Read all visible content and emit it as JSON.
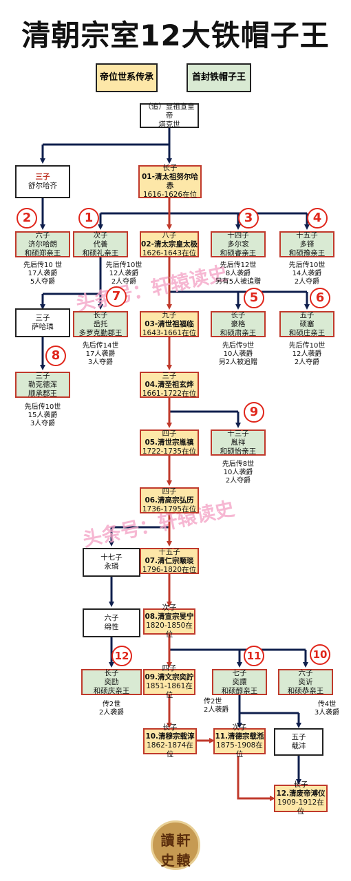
{
  "title": "清朝宗室12大铁帽子王",
  "legend": {
    "emperor": "帝位世系传承",
    "iron_king": "首封铁帽子王"
  },
  "watermark": "头条号：轩辕读史",
  "seal_chars": [
    "讀",
    "軒",
    "史",
    "轅"
  ],
  "colors": {
    "emperor_fill": "#fde7a8",
    "king_fill": "#d9ead3",
    "accent_red": "#c0392b",
    "line_navy": "#0f1f4d"
  },
  "root": {
    "rank": "（追）显祖宣皇帝",
    "name": "塔克世"
  },
  "shuerhaqi": {
    "rank": "三子",
    "name": "舒尔哈齐"
  },
  "e01": {
    "rank": "长子",
    "name": "01-清太祖努尔哈赤",
    "years": "1616-1626在位"
  },
  "k2": {
    "num": "2",
    "rank": "六子",
    "name": "济尔哈朗",
    "title": "和硕郑亲王",
    "stat": [
      "先后传10 世",
      "17人袭爵",
      "5人夺爵"
    ]
  },
  "k1": {
    "num": "1",
    "rank": "次子",
    "name": "代善",
    "title": "和硕礼亲王",
    "stat": [
      "先后传10世",
      "12人袭爵",
      "2人夺爵"
    ]
  },
  "e02": {
    "rank": "八子",
    "name": "02-清太宗皇太极",
    "years": "1626-1643在位"
  },
  "k3": {
    "num": "3",
    "rank": "十四子",
    "name": "多尔衮",
    "title": "和硕睿亲王",
    "stat": [
      "先后传12世",
      "8人袭爵",
      "另有5人被追赠"
    ]
  },
  "k4": {
    "num": "4",
    "rank": "十五子",
    "name": "多铎",
    "title": "和硕豫亲王",
    "stat": [
      "先后传10世",
      "14人袭爵",
      "2人夺爵"
    ]
  },
  "sahalian": {
    "rank": "三子",
    "name": "萨哈璘"
  },
  "k7": {
    "num": "7",
    "rank": "长子",
    "name": "岳托",
    "title": "多罗克勤郡王",
    "stat": [
      "先后传14世",
      "17人袭爵",
      "3人夺爵"
    ]
  },
  "e03": {
    "rank": "九子",
    "name": "03-清世祖福临",
    "years": "1643-1661在位"
  },
  "k5": {
    "num": "5",
    "rank": "长子",
    "name": "豪格",
    "title": "和硕肃亲王",
    "stat": [
      "先后传9世",
      "10人袭爵",
      "另2人被追赠"
    ]
  },
  "k6": {
    "num": "6",
    "rank": "五子",
    "name": "硕塞",
    "title": "和硕庄亲王",
    "stat": [
      "先后传10世",
      "12人袭爵",
      "2人夺爵"
    ]
  },
  "k8": {
    "num": "8",
    "rank": "三子",
    "name": "勒克德浑",
    "title": "顺承郡王",
    "stat": [
      "先后传10世",
      "15人袭爵",
      "3人夺爵"
    ]
  },
  "e04": {
    "rank": "三子",
    "name": "04.清圣祖玄烨",
    "years": "1661-1722在位"
  },
  "e05": {
    "rank": "四子",
    "name": "05.清世宗胤禛",
    "years": "1722-1735在位"
  },
  "k9": {
    "num": "9",
    "rank": "十三子",
    "name": "胤祥",
    "title": "和硕怡亲王",
    "stat": [
      "先后传8世",
      "10人袭爵",
      "2人夺爵"
    ]
  },
  "e06": {
    "rank": "四子",
    "name": "06.清高宗弘历",
    "years": "1736-1795在位"
  },
  "yonglin": {
    "rank": "十七子",
    "name": "永璘"
  },
  "e07": {
    "rank": "十五子",
    "name": "07.清仁宗颙琰",
    "years": "1796-1820在位"
  },
  "mianxing": {
    "rank": "六子",
    "name": "绵性"
  },
  "e08": {
    "rank": "次子",
    "name": "08.清宣宗旻宁",
    "years": "1820-1850在位"
  },
  "k12": {
    "num": "12",
    "rank": "长子",
    "name": "奕劻",
    "title": "和硕庆亲王",
    "stat": [
      "传2世",
      "2人袭爵"
    ]
  },
  "e09": {
    "rank": "四子",
    "name": "09.清文宗奕詝",
    "years": "1851-1861在位"
  },
  "k11": {
    "num": "11",
    "rank": "七子",
    "name": "奕譞",
    "title": "和硕醇亲王",
    "stat": [
      "传2世",
      "2人袭爵"
    ]
  },
  "k10": {
    "num": "10",
    "rank": "六子",
    "name": "奕䜣",
    "title": "和硕恭亲王",
    "stat": [
      "传4世",
      "3人袭爵"
    ]
  },
  "e10": {
    "rank": "长子",
    "name": "10.清穆宗载淳",
    "years": "1862-1874在位"
  },
  "e11": {
    "rank": "次子",
    "name": "11.清德宗载湉",
    "years": "1875-1908在位"
  },
  "zaifeng": {
    "rank": "五子",
    "name": "载沣"
  },
  "e12": {
    "rank": "长子",
    "name": "12.清废帝溥仪",
    "years": "1909-1912在位"
  }
}
